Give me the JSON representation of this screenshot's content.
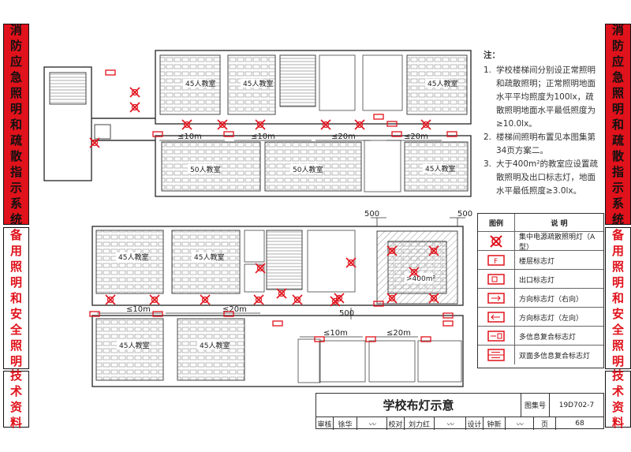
{
  "sidebar_left": {
    "top": "消防应急照明和疏散指示系统",
    "middle": "备用照明和安全照明",
    "bottom": "技术资料"
  },
  "sidebar_right": {
    "top": "消防应急照明和疏散指示系统",
    "middle": "备用照明和安全照明",
    "bottom": "技术资料"
  },
  "notes": {
    "header": "注：",
    "items": [
      {
        "num": "1.",
        "text": "学校楼梯间分别设正常照明和疏散照明；正常照明地面水平平均照度为100lx，疏散照明地面水平最低照度为≥10.0lx。"
      },
      {
        "num": "2.",
        "text": "楼梯间照明布置见本图集第34页方案二。"
      },
      {
        "num": "3.",
        "text": "大于400m²的教室应设置疏散照明及出口标志灯，地面水平最低照度≥3.0lx。"
      }
    ]
  },
  "legend": {
    "col_icon": "图例",
    "col_desc": "说  明",
    "rows": [
      {
        "icon": "x-circle-icon",
        "label": "集中电源疏散照明灯（A型）"
      },
      {
        "icon": "floor-sign-icon",
        "label": "楼层标志灯"
      },
      {
        "icon": "exit-sign-icon",
        "label": "出口标志灯"
      },
      {
        "icon": "arrow-right-sign-icon",
        "label": "方向标志灯（右向）"
      },
      {
        "icon": "arrow-left-sign-icon",
        "label": "方向标志灯（左向）"
      },
      {
        "icon": "multi-info-sign-icon",
        "label": "多信息复合标志灯"
      },
      {
        "icon": "double-multi-info-sign-icon",
        "label": "双面多信息复合标志灯"
      }
    ]
  },
  "plan": {
    "classroom_label": "45人教室",
    "big_classroom_label": "50人教室",
    "hall_label": ">400m²",
    "dims": {
      "le10": "≤10m",
      "le20": "≤20m",
      "d500": "500"
    }
  },
  "title_block": {
    "title": "学校布灯示意",
    "atlas_no_label": "图集号",
    "atlas_no": "19D702-7",
    "review_label": "审核",
    "review_name": "徐华",
    "check_label": "校对",
    "check_name": "刘力红",
    "design_label": "设计",
    "design_name": "钟新",
    "page_label": "页",
    "page_no": "68"
  },
  "colors": {
    "red": "#e0121b",
    "line": "#333333"
  }
}
